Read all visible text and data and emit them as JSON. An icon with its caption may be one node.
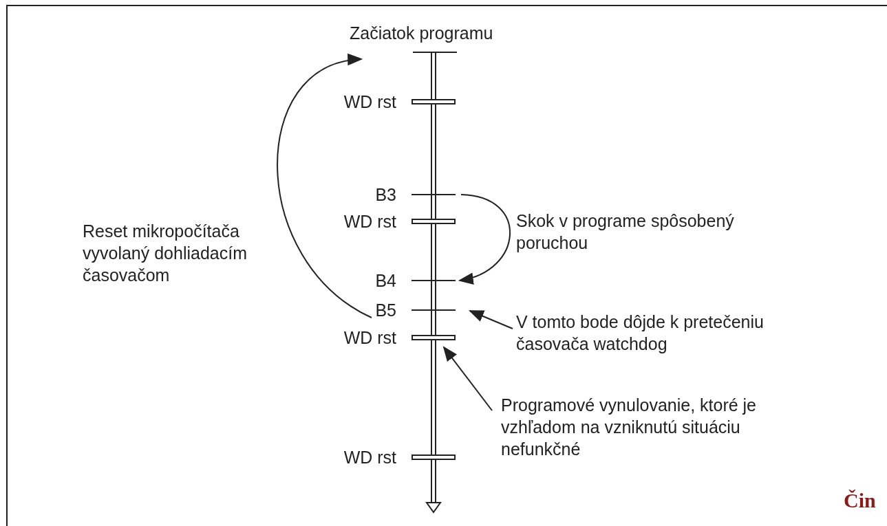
{
  "diagram": {
    "nodes": [
      {
        "text": [
          "Začiatok programu"
        ]
      },
      {
        "text": [
          "WD rst"
        ]
      },
      {
        "text": [
          "B3"
        ]
      },
      {
        "text": [
          "WD rst"
        ]
      },
      {
        "text": [
          "B4"
        ]
      },
      {
        "text": [
          "B5"
        ]
      },
      {
        "text": [
          "WD rst"
        ]
      },
      {
        "text": [
          "WD rst"
        ]
      },
      {
        "text": [
          "V tomto bode dôjde k pretečeniu časovača watchdog"
        ]
      },
      {
        "text": [
          "Programové vynulovanie, ktoré je vzhľadom na vzniknutú situáciu nefunkčné"
        ]
      }
    ],
    "edges": [
      {
        "from": 0,
        "to": 1,
        "arrow": "none"
      },
      {
        "from": 1,
        "to": 2,
        "arrow": "none"
      },
      {
        "from": 2,
        "to": 3,
        "arrow": "none"
      },
      {
        "from": 3,
        "to": 4,
        "arrow": "none"
      },
      {
        "from": 4,
        "to": 5,
        "arrow": "none"
      },
      {
        "from": 5,
        "to": 6,
        "arrow": "none"
      },
      {
        "from": 6,
        "to": 7,
        "arrow": "none"
      },
      {
        "from": 7,
        "to": null,
        "arrow": "to"
      },
      {
        "from": 5,
        "to": 0,
        "arrow": "to",
        "label": "Reset mikropočítača vyvolaný dohliadacím časovačom"
      },
      {
        "from": 2,
        "to": 4,
        "arrow": "to",
        "label": "Skok v programe spôsobený poruchou"
      },
      {
        "from": 8,
        "to": 5,
        "arrow": "to"
      },
      {
        "from": 9,
        "to": 6,
        "arrow": "to"
      }
    ],
    "labels": [
      "Čin"
    ]
  }
}
